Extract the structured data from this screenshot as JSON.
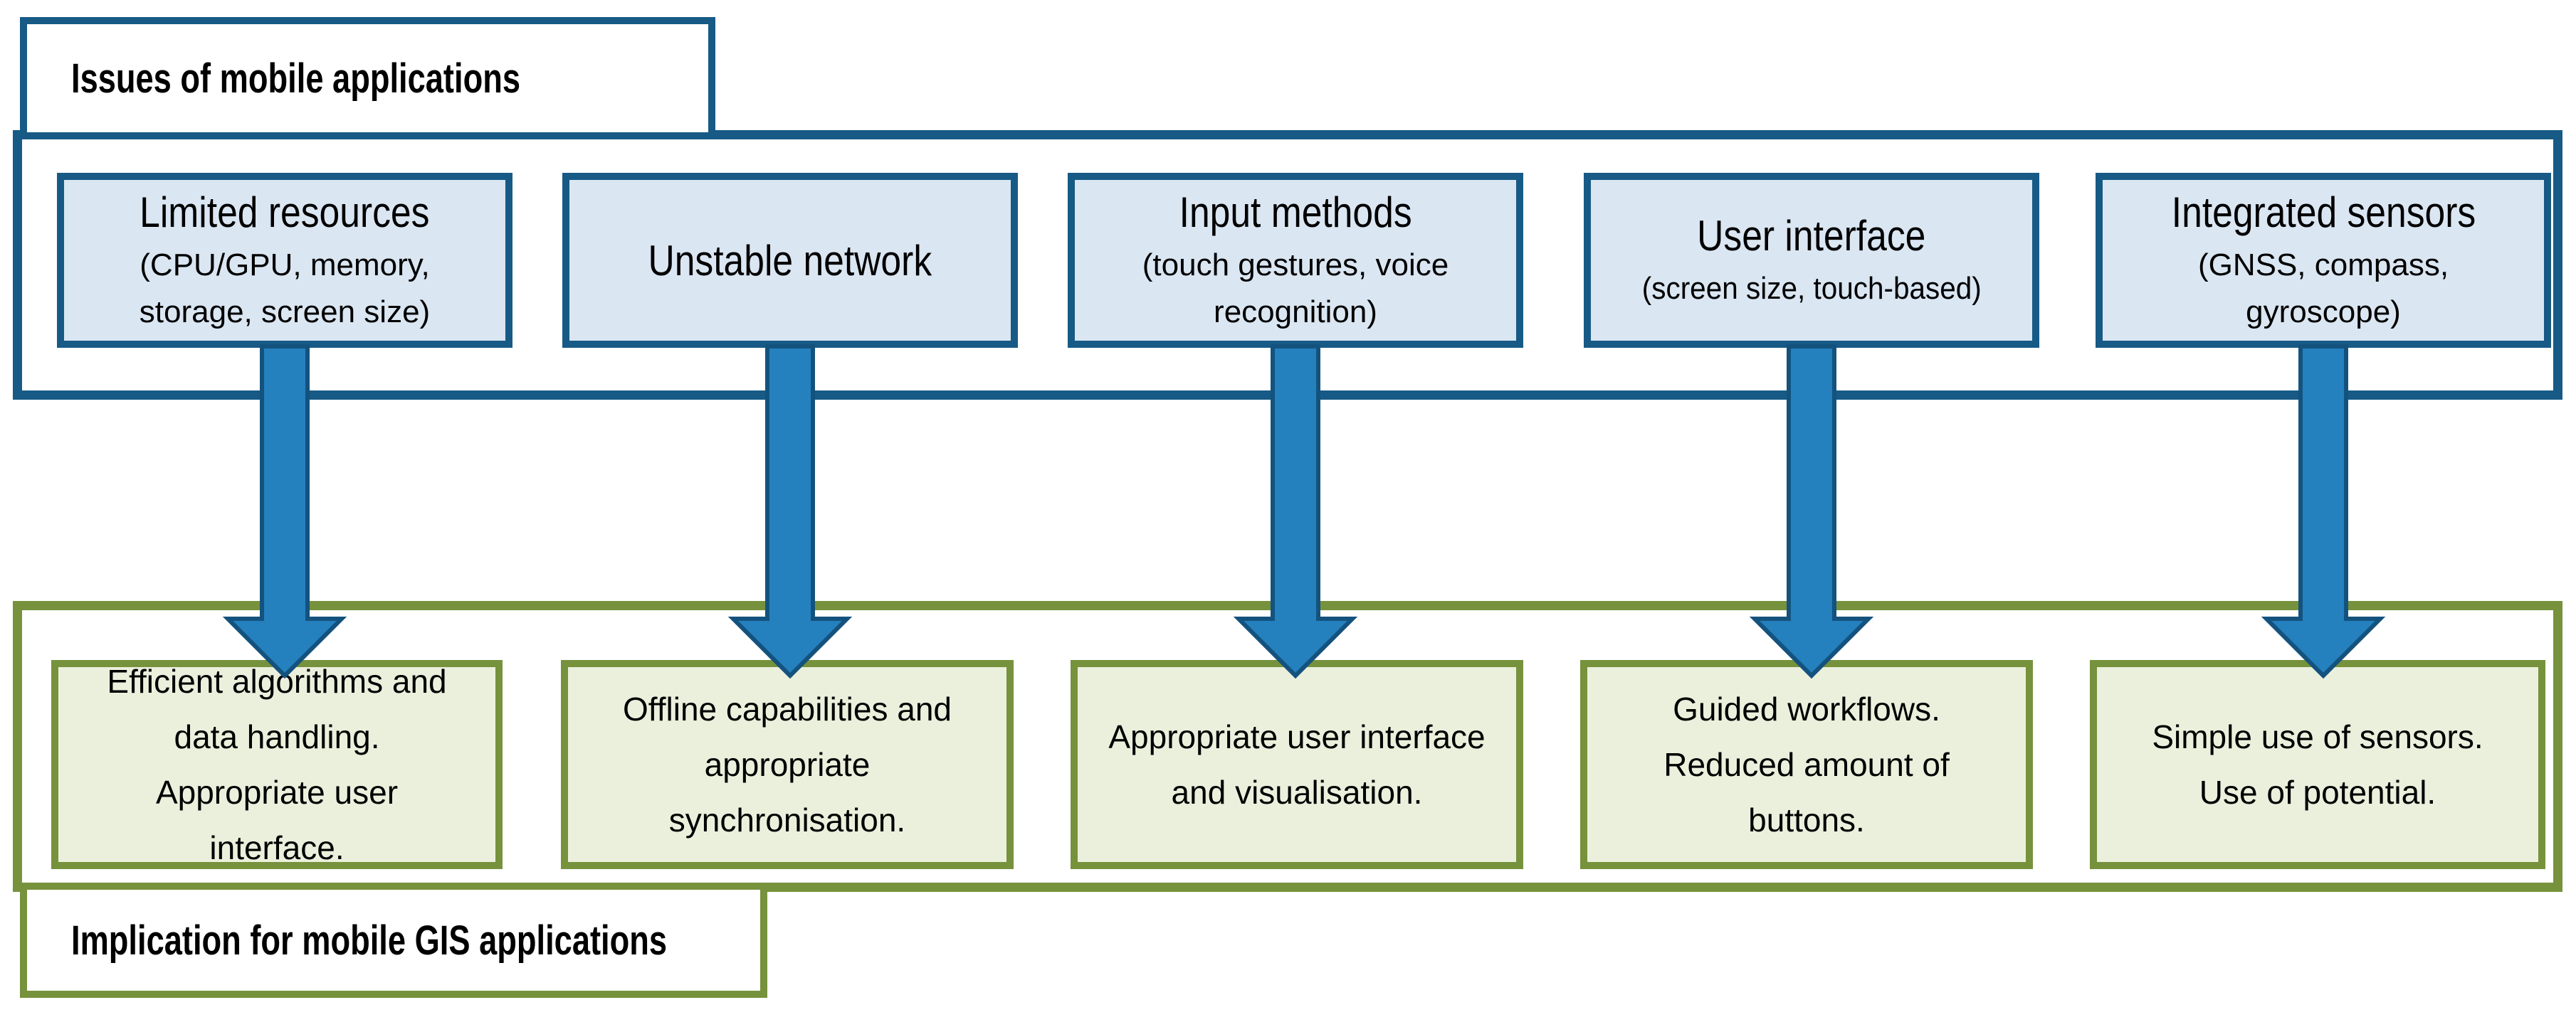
{
  "top_group": {
    "title": "Issues of mobile applications",
    "issues": [
      {
        "title": "Limited resources",
        "caption": "(CPU/GPU, memory, storage, screen size)"
      },
      {
        "title": "Unstable network",
        "caption": ""
      },
      {
        "title": "Input methods",
        "caption": "(touch gestures, voice recognition)"
      },
      {
        "title": "User interface",
        "caption": "(screen size, touch-based)"
      },
      {
        "title": "Integrated sensors",
        "caption": "(GNSS, compass, gyroscope)"
      }
    ]
  },
  "bottom_group": {
    "title": "Implication for mobile GIS applications",
    "implications": [
      {
        "text": "Efficient algorithms and data handling. Appropriate user interface."
      },
      {
        "text": "Offline capabilities and appropriate synchronisation."
      },
      {
        "text": "Appropriate user interface and visualisation."
      },
      {
        "text": "Guided workflows. Reduced amount of buttons."
      },
      {
        "text": "Simple use of sensors. Use of potential."
      }
    ]
  },
  "colors": {
    "blue_border": "#175A86",
    "blue_box_fill": "#DAE6F2",
    "arrow_fill": "#2580BE",
    "arrow_outline": "#14527E",
    "green_border": "#76923C",
    "green_box_fill": "#EBF0DD",
    "text": "#000000",
    "background": "#FFFFFF"
  }
}
